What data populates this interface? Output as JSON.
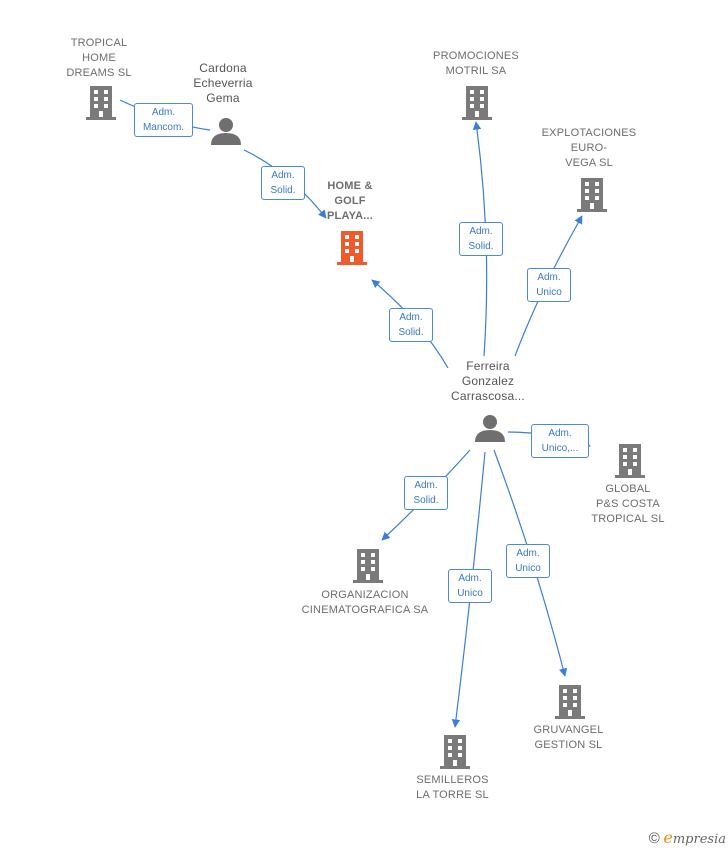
{
  "nodes": {
    "tropical_home": {
      "label": "TROPICAL\nHOME\nDREAMS  SL",
      "kind": "company"
    },
    "cardona": {
      "label": "Cardona\nEcheverria\nGema",
      "kind": "person"
    },
    "home_golf": {
      "label": "HOME &\nGOLF\nPLAYA...",
      "kind": "company-main"
    },
    "promociones": {
      "label": "PROMOCIONES\nMOTRIL SA",
      "kind": "company"
    },
    "explotaciones": {
      "label": "EXPLOTACIONES\nEURO-\nVEGA  SL",
      "kind": "company"
    },
    "ferreira": {
      "label": "Ferreira\nGonzalez\nCarrascosa...",
      "kind": "person"
    },
    "global": {
      "label": "GLOBAL\nP&S COSTA\nTROPICAL SL",
      "kind": "company"
    },
    "organizacion": {
      "label": "ORGANIZACION\nCINEMATOGRAFICA SA",
      "kind": "company"
    },
    "semilleros": {
      "label": "SEMILLEROS\nLA TORRE SL",
      "kind": "company"
    },
    "gruvangel": {
      "label": "GRUVANGEL\nGESTION SL",
      "kind": "company"
    }
  },
  "edges": {
    "cardona_tropical": "Adm.\nMancom.",
    "cardona_home": "Adm.\nSolid.",
    "ferreira_home": "Adm.\nSolid.",
    "ferreira_promociones": "Adm.\nSolid.",
    "ferreira_explotaciones": "Adm.\nUnico",
    "ferreira_global": "Adm.\nUnico,...",
    "ferreira_organizacion": "Adm.\nSolid.",
    "ferreira_semilleros": "Adm.\nUnico",
    "ferreira_gruvangel": "Adm.\nUnico"
  },
  "colors": {
    "edge": "#3a7fd5",
    "company": "#7a7a7a",
    "main": "#f0592a",
    "person": "#6f6f6f"
  },
  "footer": {
    "symbol": "©",
    "brand_first": "e",
    "brand_rest": "mpresia"
  }
}
